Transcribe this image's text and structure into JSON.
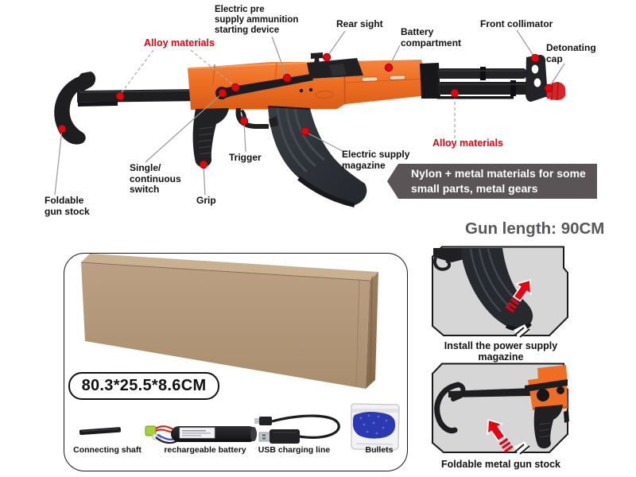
{
  "colors": {
    "orange": "#ee6f24",
    "orange_dark": "#cf5818",
    "gun_black": "#202022",
    "accent_red": "#e60012",
    "muzzle_red": "#d6252b",
    "callout_line_gray": "#9a9a9a",
    "banner_bg": "#5a5456",
    "heading_gray": "#57585a",
    "panel_bg": "#d6d6d6",
    "cardboard_top": "#c9b091",
    "cardboard_front": "#b59a7c",
    "cardboard_side": "#8e7254",
    "magazine_gray": "#2c3035",
    "bullet_blue": "#2b3ab0"
  },
  "callouts": {
    "electric_pre": "Electric pre\nsupply ammunition\nstarting device",
    "alloy_left": "Alloy materials",
    "rear_sight": "Rear sight",
    "battery": "Battery\ncompartment",
    "front_collimator": "Front collimator",
    "detonating_cap": "Detonating\ncap",
    "alloy_right": "Alloy materials",
    "single_switch": "Single/\ncontinuous\nswitch",
    "trigger": "Trigger",
    "grip": "Grip",
    "electric_supply": "Electric supply\nmagazine",
    "foldable_stock": "Foldable\ngun stock"
  },
  "banner_text": "Nylon + metal materials for some\nsmall parts, metal gears",
  "gun_length_text": "Gun length: 90CM",
  "package": {
    "box_size_label": "80.3*25.5*8.6CM",
    "items": [
      "Connecting shaft",
      "rechargeable battery",
      "USB charging line",
      "Bullets"
    ]
  },
  "features": [
    {
      "caption": "Install the power supply magazine"
    },
    {
      "caption": "Foldable metal gun stock"
    }
  ]
}
